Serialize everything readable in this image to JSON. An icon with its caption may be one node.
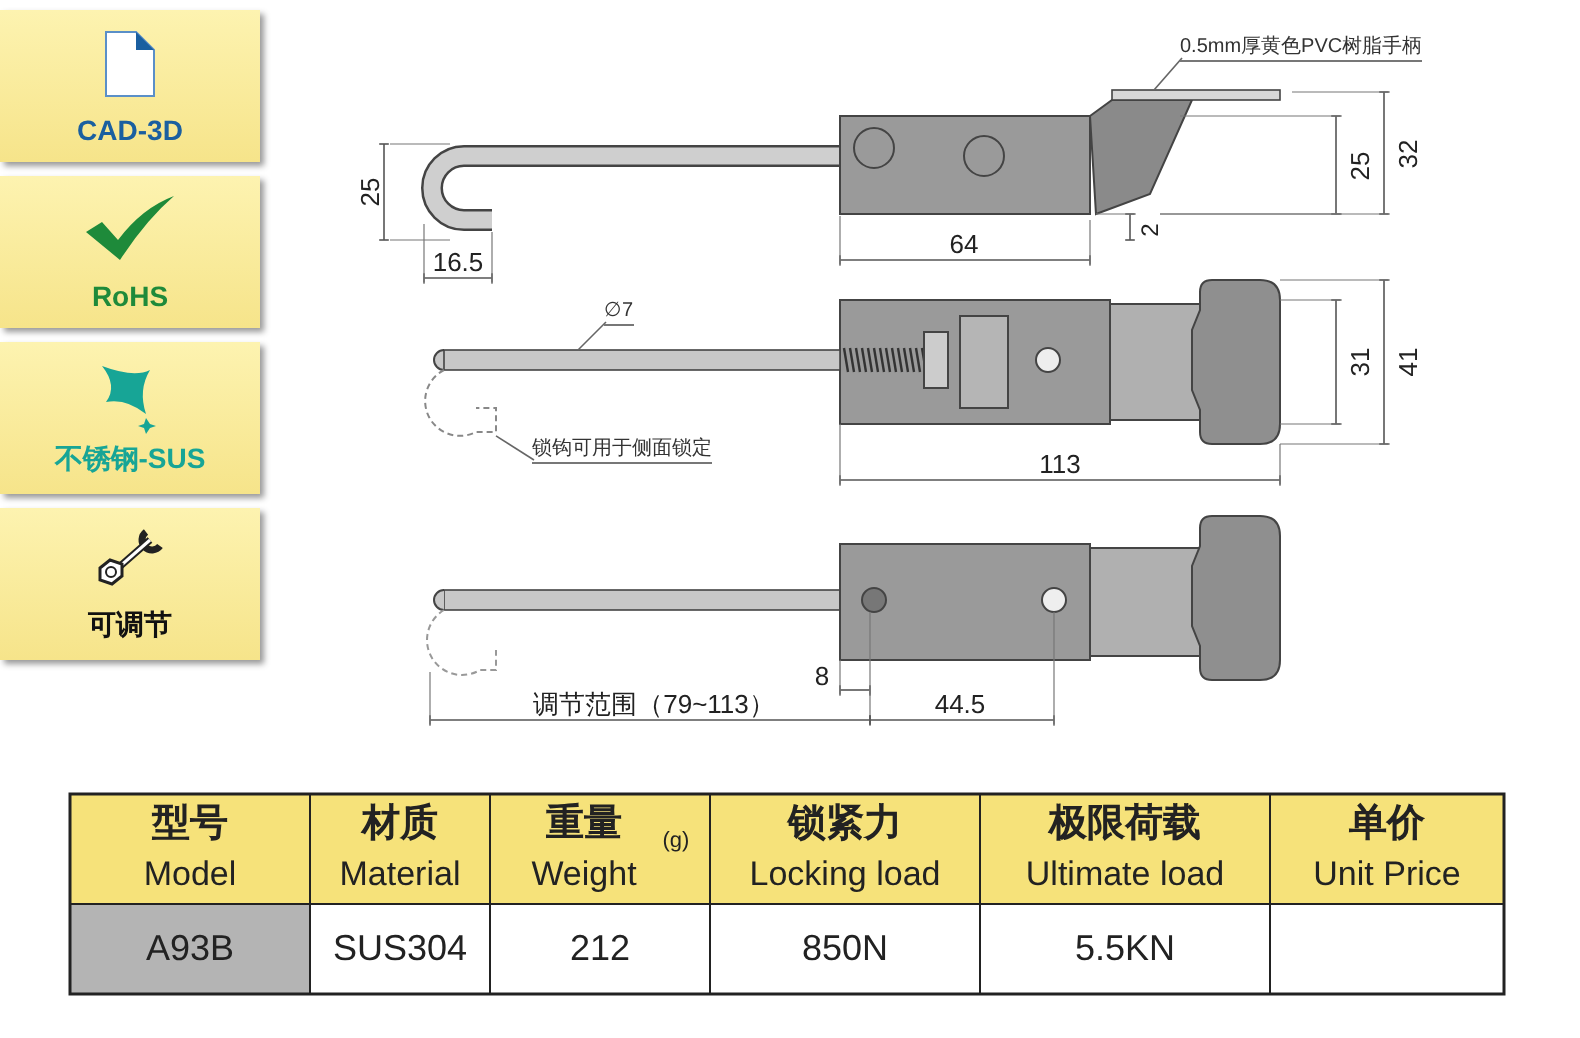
{
  "diagram": {
    "nodes": [
      {
        "text": [
          "CAD-3D"
        ]
      },
      {
        "text": [
          "RoHS"
        ]
      },
      {
        "text": [
          "不锈钢-SUS"
        ]
      },
      {
        "text": [
          "可调节"
        ]
      },
      {
        "text": [
          "0.5mm厚黄色PVC树脂手柄"
        ]
      },
      {
        "text": [],
        "shape": "bar"
      },
      {
        "text": [
          "∅7"
        ]
      },
      {
        "text": [],
        "shape": "bar"
      },
      {
        "text": [
          "锁钩可用于侧面锁定"
        ]
      },
      {
        "text": [],
        "shape": "picture"
      }
    ],
    "edges": [
      {
        "from": 4,
        "to": 5,
        "arrow": "none"
      },
      {
        "from": 6,
        "to": 7,
        "arrow": "none"
      },
      {
        "from": 8,
        "to": 9,
        "arrow": "none"
      }
    ],
    "labels": [
      "25",
      "16.5",
      "64",
      "2",
      "25",
      "32",
      "31",
      "41",
      "113",
      "8",
      "调节范围（79~113）",
      "44.5",
      "型号",
      "Model",
      "材质",
      "Material",
      "重量",
      "(g)",
      "Weight",
      "锁紧力",
      "Locking load",
      "极限荷载",
      "Ultimate load",
      "单价",
      "Unit Price",
      "A93B",
      "SUS304",
      "212",
      "850N",
      "5.5KN"
    ]
  }
}
